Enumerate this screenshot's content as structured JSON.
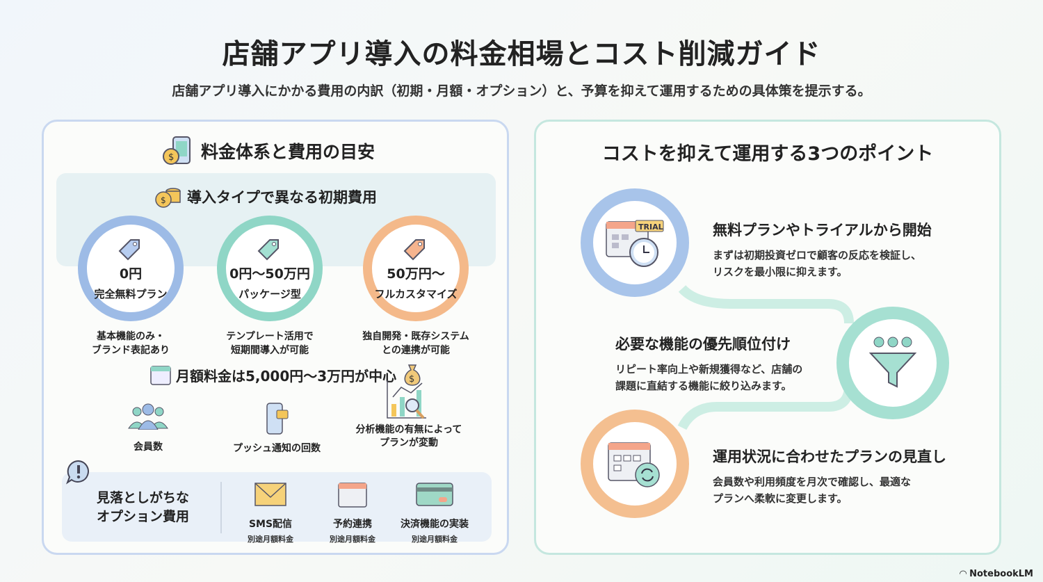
{
  "header": {
    "title": "店舗アプリ導入の料金相場とコスト削減ガイド",
    "subtitle": "店舗アプリ導入にかかる費用の内訳（初期・月額・オプション）と、予算を抑えて運用するための具体策を提示する。"
  },
  "left": {
    "title": "料金体系と費用の目安",
    "initial": {
      "title": "導入タイプで異なる初期費用",
      "tiers": [
        {
          "price": "0円",
          "type": "完全無料プラン",
          "desc1": "基本機能のみ・",
          "desc2": "ブランド表記あり",
          "color": "#9dbbe6"
        },
        {
          "price": "0円〜50万円",
          "type": "パッケージ型",
          "desc1": "テンプレート活用で",
          "desc2": "短期間導入が可能",
          "color": "#8fd6c6"
        },
        {
          "price": "50万円〜",
          "type": "フルカスタマイズ",
          "desc1": "独自開発・既存システム",
          "desc2": "との連携が可能",
          "color": "#f4b98a"
        }
      ]
    },
    "monthly": {
      "title": "月額料金は5,000円〜3万円が中心",
      "factors": [
        {
          "label1": "会員数",
          "label2": ""
        },
        {
          "label1": "プッシュ通知の回数",
          "label2": ""
        },
        {
          "label1": "分析機能の有無によって",
          "label2": "プランが変動"
        }
      ]
    },
    "options": {
      "title1": "見落としがちな",
      "title2": "オプション費用",
      "items": [
        {
          "name": "SMS配信",
          "note": "別途月額料金"
        },
        {
          "name": "予約連携",
          "note": "別途月額料金"
        },
        {
          "name": "決済機能の実装",
          "note": "別途月額料金"
        }
      ]
    }
  },
  "right": {
    "title": "コストを抑えて運用する3つのポイント",
    "points": [
      {
        "title": "無料プランやトライアルから開始",
        "desc1": "まずは初期投資ゼロで顧客の反応を検証し、",
        "desc2": "リスクを最小限に抑えます。",
        "badge": "TRIAL"
      },
      {
        "title": "必要な機能の優先順位付け",
        "desc1": "リピート率向上や新規獲得など、店舗の",
        "desc2": "課題に直結する機能に絞り込みます。"
      },
      {
        "title": "運用状況に合わせたプランの見直し",
        "desc1": "会員数や利用頻度を月次で確認し、最適な",
        "desc2": "プランへ柔軟に変更します。"
      }
    ]
  },
  "footer": {
    "brand": "NotebookLM"
  }
}
